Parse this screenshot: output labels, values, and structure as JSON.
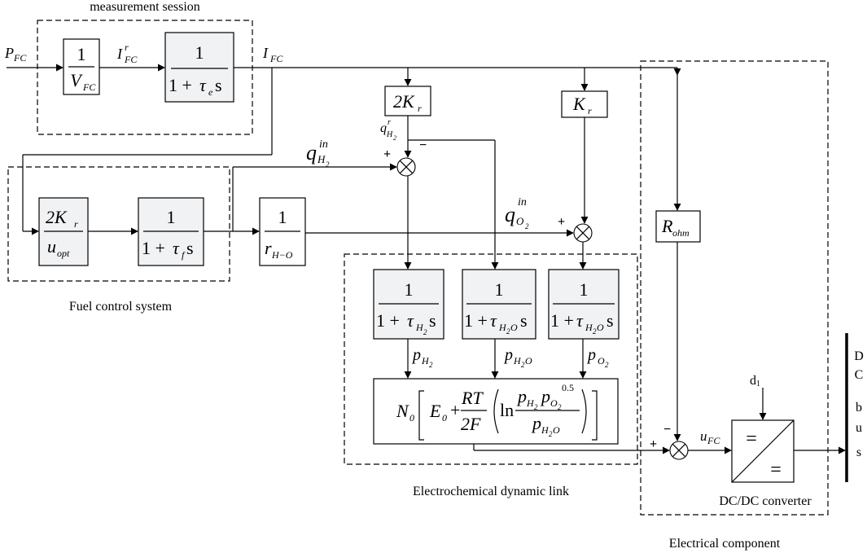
{
  "regions": {
    "measurement": "measurement session",
    "fuel_control": "Fuel control system",
    "electrochemical": "Electrochemical dynamic link",
    "dcdc": "DC/DC converter",
    "electrical": "Electrical component"
  },
  "signals": {
    "p_fc": "P",
    "p_fc_sub": "FC",
    "i_fc_ref": "I",
    "i_fc_ref_sup": "r",
    "i_fc_ref_sub": "FC",
    "i_fc": "I",
    "i_fc_sub": "FC",
    "q_h2_ref": "q",
    "q_h2_ref_sup": "r",
    "q_h2_ref_sub": "H",
    "q_h2_ref_sub2": "2",
    "q_h2_in": "q",
    "q_h2_in_sup": "in",
    "q_h2_in_sub": "H",
    "q_h2_in_sub2": "2",
    "q_o2_in": "q",
    "q_o2_in_sup": "in",
    "q_o2_in_sub": "O",
    "q_o2_in_sub2": "2",
    "p_h2": "p",
    "p_h2_sub": "H",
    "p_h2_sub2": "2",
    "p_h2o": "p",
    "p_h2o_sub": "H",
    "p_h2o_sub2": "2",
    "p_h2o_sub3": "O",
    "p_o2": "p",
    "p_o2_sub": "O",
    "p_o2_sub2": "2",
    "u_fc": "u",
    "u_fc_sub": "FC",
    "d1": "d",
    "d1_sub": "1"
  },
  "signs": {
    "plus": "+",
    "minus": "−"
  },
  "blocks": {
    "inv_vfc": {
      "num": "1",
      "den": "V",
      "den_sub": "FC"
    },
    "lag_e": {
      "num": "1",
      "den_pre": "1 + ",
      "tau": "τ",
      "tau_sub": "e",
      "den_post": "s"
    },
    "two_kr": {
      "text": "2K",
      "text_sub": "r"
    },
    "kr": {
      "text": "K",
      "text_sub": "r"
    },
    "two_kr_uopt": {
      "num": "2K",
      "num_sub": "r",
      "den": "u",
      "den_sub": "opt"
    },
    "lag_f": {
      "num": "1",
      "den_pre": "1 + ",
      "tau": "τ",
      "tau_sub": "f",
      "den_post": "s"
    },
    "inv_rho": {
      "num": "1",
      "den": "r",
      "den_sub": "H−O"
    },
    "lag_h2": {
      "num": "1",
      "den_pre": "1 + ",
      "tau": "τ",
      "tau_sub": "H",
      "tau_sub2": "2",
      "den_post": "s"
    },
    "lag_h2o_a": {
      "num": "1",
      "den_pre": "1 + ",
      "tau": "τ",
      "tau_sub": "H",
      "tau_sub2": "2",
      "tau_sub3": "O",
      "den_post": "s"
    },
    "lag_h2o_b": {
      "num": "1",
      "den_pre": "1 + ",
      "tau": "τ",
      "tau_sub": "H",
      "tau_sub2": "2",
      "tau_sub3": "O",
      "den_post": "s"
    },
    "r_ohm": {
      "text": "R",
      "text_sub": "ohm"
    },
    "nernst": {
      "n0": "N",
      "n0_sub": "0",
      "e0": "E",
      "e0_sub": "0",
      "plus": "+",
      "rt": "RT",
      "two_f": "2F",
      "ln": "ln",
      "p1": "p",
      "p1_sub": "H",
      "p1_sub2": "2",
      "p2": "p",
      "p2_sub": "O",
      "p2_sub2": "2",
      "exp": "0.5",
      "p3": "p",
      "p3_sub": "H",
      "p3_sub2": "2",
      "p3_sub3": "O"
    },
    "dcdc_symbol": {
      "top": "=",
      "bottom": "="
    }
  },
  "dc_bus": [
    "D",
    "C",
    "b",
    "u",
    "s"
  ]
}
